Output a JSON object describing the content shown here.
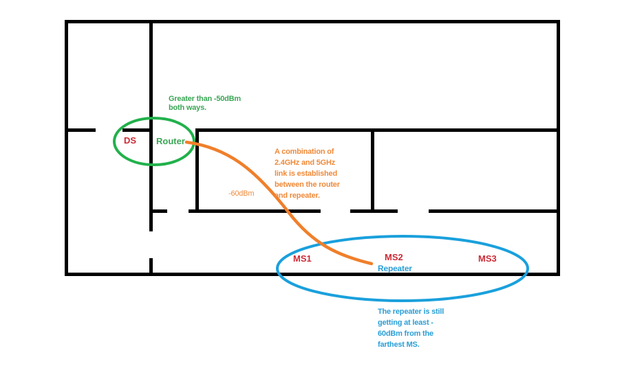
{
  "colors": {
    "wall": "#000000",
    "router_range": "#22b14c",
    "router_text": "#3aa655",
    "device_text": "#cc2a36",
    "link": "#f07f2b",
    "link_text": "#ef8a3a",
    "repeater_range": "#1aa0dc",
    "repeater_text": "#2a9fd6"
  },
  "devices": {
    "ds": "DS",
    "router": "Router",
    "ms1": "MS1",
    "ms2": "MS2",
    "ms3": "MS3",
    "repeater": "Repeater"
  },
  "annotations": {
    "router_signal": "Greater than -50dBm\nboth ways.",
    "link_strength": "-60dBm",
    "link_description": "A combination of\n2.4GHz and 5GHz\nlink is established\nbetween the router\nand repeater.",
    "repeater_signal": "The repeater is still\ngetting at least -\n60dBm from the\nfarthest MS."
  }
}
